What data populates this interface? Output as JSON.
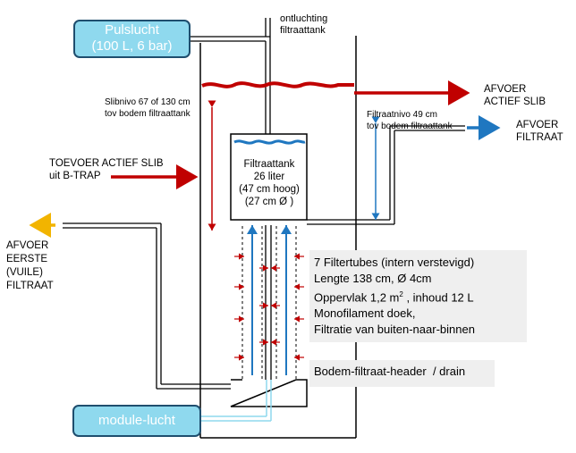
{
  "boxes": {
    "pulslucht_l1": "Pulslucht",
    "pulslucht_l2": "(100 L, 6 bar)",
    "module_lucht": "module-lucht"
  },
  "labels": {
    "ontluchting_l1": "ontluchting",
    "ontluchting_l2": "filtraattank",
    "afvoer_slib_l1": "AFVOER",
    "afvoer_slib_l2": "ACTIEF SLIB",
    "slibnivo_l1": "Slibnivo 67 of 130 cm",
    "slibnivo_l2": "tov bodem filtraattank",
    "filtraatnivo_l1": "Filtraatnivo 49 cm",
    "filtraatnivo_l2": "tov bodem filtraattank",
    "afvoer_filtraat_l1": "AFVOER",
    "afvoer_filtraat_l2": "FILTRAAT",
    "toevoer_l1": "TOEVOER ACTIEF SLIB",
    "toevoer_l2": "uit B-TRAP",
    "eerste_l1": "AFVOER",
    "eerste_l2": "EERSTE",
    "eerste_l3": "(VUILE)",
    "eerste_l4": "FILTRAAT"
  },
  "tank": {
    "l1": "Filtraattank",
    "l2": "26 liter",
    "l3": "(47 cm hoog)",
    "l4": "(27 cm Ø )"
  },
  "filtertubes": {
    "l1": "7 Filtertubes (intern verstevigd)",
    "l2": "Lengte 138 cm, Ø 4cm",
    "l3_a": "Oppervlak 1,2 m",
    "l3_sup": "2",
    "l3_b": " , inhoud 12 L",
    "l4": "Monofilament doek,",
    "l5": "Filtratie van buiten-naar-binnen"
  },
  "header": {
    "label": "Bodem-filtraat-header  / drain"
  },
  "colors": {
    "slib": "#c00000",
    "filtraat": "#1f77c0",
    "vuil": "#f2b400",
    "lucht": "#8fd9ee",
    "outline": "#1f4e6e"
  }
}
